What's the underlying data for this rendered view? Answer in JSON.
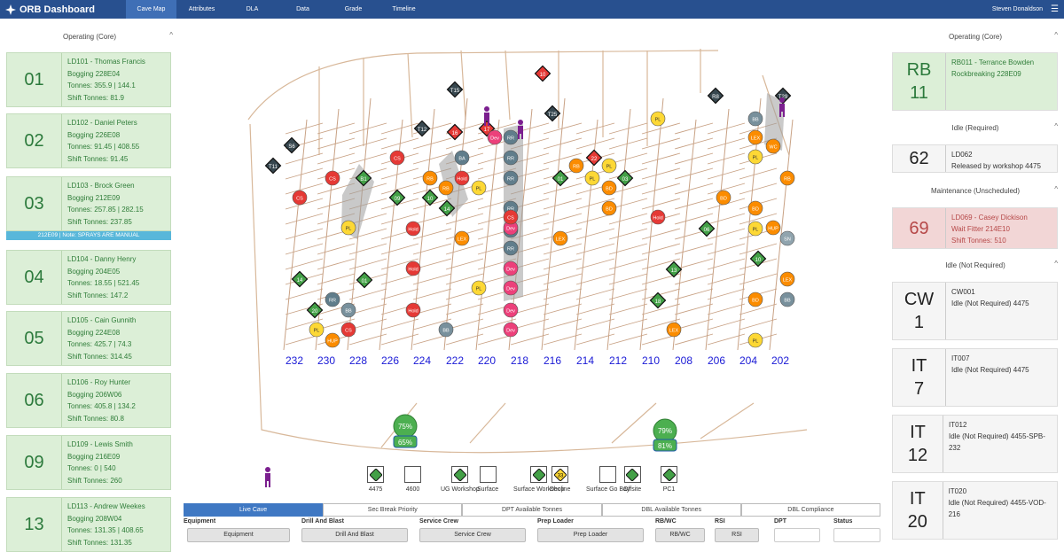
{
  "header": {
    "title": "ORB Dashboard",
    "tabs": [
      "Cave Map",
      "Attributes",
      "DLA",
      "Data",
      "Grade",
      "Timeline"
    ],
    "user": "Steven Donaldson"
  },
  "left": {
    "section": "Operating (Core)",
    "cards": [
      {
        "num": "01",
        "name": "LD101 - Thomas Francis",
        "loc": "Bogging 228E04",
        "tonnes": "Tonnes: 355.9 | 144.1",
        "shift": "Shift Tonnes: 81.9"
      },
      {
        "num": "02",
        "name": "LD102 - Daniel Peters",
        "loc": "Bogging 226E08",
        "tonnes": "Tonnes: 91.45 | 408.55",
        "shift": "Shift Tonnes: 91.45"
      },
      {
        "num": "03",
        "name": "LD103 - Brock Green",
        "loc": "Bogging 212E09",
        "tonnes": "Tonnes: 257.85 | 282.15",
        "shift": "Shift Tonnes: 237.85",
        "note": "212E09 | Note: SPRAYS ARE MANUAL"
      },
      {
        "num": "04",
        "name": "LD104 - Danny Henry",
        "loc": "Bogging 204E05",
        "tonnes": "Tonnes: 18.55 | 521.45",
        "shift": "Shift Tonnes: 147.2"
      },
      {
        "num": "05",
        "name": "LD105 - Cain Gunnith",
        "loc": "Bogging 224E08",
        "tonnes": "Tonnes: 425.7 | 74.3",
        "shift": "Shift Tonnes: 314.45"
      },
      {
        "num": "06",
        "name": "LD106 - Roy Hunter",
        "loc": "Bogging 206W06",
        "tonnes": "Tonnes: 405.8 | 134.2",
        "shift": "Shift Tonnes: 80.8"
      },
      {
        "num": "09",
        "name": "LD109 - Lewis Smith",
        "loc": "Bogging 216E09",
        "tonnes": "Tonnes: 0 | 540",
        "shift": "Shift Tonnes: 260"
      },
      {
        "num": "13",
        "name": "LD113 - Andrew Weekes",
        "loc": "Bogging 208W04",
        "tonnes": "Tonnes: 131.35 | 408.65",
        "shift": "Shift Tonnes: 131.35"
      }
    ]
  },
  "right": {
    "sections": [
      {
        "title": "Operating (Core)"
      },
      {
        "title": "Idle (Required)"
      },
      {
        "title": "Maintenance (Unscheduled)"
      },
      {
        "title": "Idle (Not Required)"
      }
    ],
    "cards": [
      {
        "num": "RB\n11",
        "l1": "RB011 - Terrance Bowden",
        "l2": "Rockbreaking 228E09",
        "l3": ""
      },
      {
        "num": "62",
        "l1": "LD062",
        "l2": "Released by workshop 4475",
        "l3": ""
      },
      {
        "num": "69",
        "l1": "LD069 - Casey Dickison",
        "l2": "Wait Fitter 214E10",
        "l3": "Shift Tonnes: 510"
      },
      {
        "num": "CW\n1",
        "l1": "CW001",
        "l2": "Idle (Not Required) 4475",
        "l3": ""
      },
      {
        "num": "IT\n7",
        "l1": "IT007",
        "l2": "Idle (Not Required) 4475",
        "l3": ""
      },
      {
        "num": "IT\n12",
        "l1": "IT012",
        "l2": "Idle (Not Required) 4455-SPB-232",
        "l3": ""
      },
      {
        "num": "IT\n20",
        "l1": "IT020",
        "l2": "Idle (Not Required) 4455-VOD-216",
        "l3": ""
      }
    ]
  },
  "map": {
    "drive_labels": [
      "232",
      "230",
      "228",
      "226",
      "224",
      "222",
      "220",
      "218",
      "216",
      "214",
      "212",
      "210",
      "208",
      "206",
      "204",
      "202"
    ],
    "crusher_left": {
      "top": "75%",
      "bottom": "65%"
    },
    "crusher_right": {
      "top": "79%",
      "bottom": "81%"
    },
    "diamonds": [
      "10",
      "16",
      "17",
      "T12",
      "T25",
      "T15",
      "S6",
      "R8",
      "T11",
      "T29",
      "B1",
      "09",
      "01",
      "06",
      "10",
      "03",
      "14",
      "20",
      "01",
      "13",
      "18",
      "10",
      "14",
      "22",
      "69"
    ],
    "bubbles": [
      "CS",
      "CS",
      "CS",
      "PL",
      "Hold",
      "Hold",
      "Hold",
      "RB",
      "RB",
      "BA",
      "Hold",
      "PL",
      "RR",
      "RR",
      "RR",
      "RR",
      "RR",
      "RR",
      "Dev",
      "Dev",
      "Dev",
      "Dev",
      "Dev",
      "Dev",
      "LEX",
      "LEX",
      "BD",
      "PL",
      "RB",
      "PL",
      "BD",
      "PL",
      "Hold",
      "BD",
      "BD",
      "LEX",
      "PL",
      "SN",
      "LEX",
      "BB",
      "HUP",
      "PL",
      "WC",
      "LEX",
      "BB",
      "RB",
      "BD",
      "PL",
      "RR",
      "BB",
      "CS",
      "HUP",
      "PL",
      "BB",
      "CS",
      "PL"
    ]
  },
  "legend": [
    {
      "label": "4475",
      "kind": "diamond",
      "text": ""
    },
    {
      "label": "4600",
      "kind": "empty",
      "text": ""
    },
    {
      "label": "UG Workshop",
      "kind": "diamond",
      "text": ""
    },
    {
      "label": "Surface",
      "kind": "empty",
      "text": ""
    },
    {
      "label": "Surface Workshop",
      "kind": "diamond",
      "text": ""
    },
    {
      "label": "Decline",
      "kind": "yellow",
      "text": "33"
    },
    {
      "label": "Surface Go Bay",
      "kind": "empty",
      "text": ""
    },
    {
      "label": "Offsite",
      "kind": "diamond",
      "text": ""
    },
    {
      "label": "PC1",
      "kind": "diamond",
      "text": ""
    }
  ],
  "bottom_tabs": [
    "Live Cave",
    "Sec Break Priority",
    "DPT Available Tonnes",
    "DBL Available Tonnes",
    "DBL Compliance"
  ],
  "filters": [
    {
      "label": "Equipment",
      "button": "Equipment"
    },
    {
      "label": "Drill And Blast",
      "button": "Drill And Blast"
    },
    {
      "label": "Service Crew",
      "button": "Service Crew"
    },
    {
      "label": "Prep Loader",
      "button": "Prep Loader"
    },
    {
      "label": "RB/WC",
      "button": "RB/WC"
    },
    {
      "label": "RSI",
      "button": "RSI"
    },
    {
      "label": "DPT",
      "button": ""
    },
    {
      "label": "Status",
      "button": ""
    }
  ],
  "colors": {
    "nav": "#28508f",
    "active": "#3f6fb6",
    "green_card": "#dcefd7",
    "red_card": "#f2d6d6",
    "drive_label": "#1b1bd6"
  }
}
